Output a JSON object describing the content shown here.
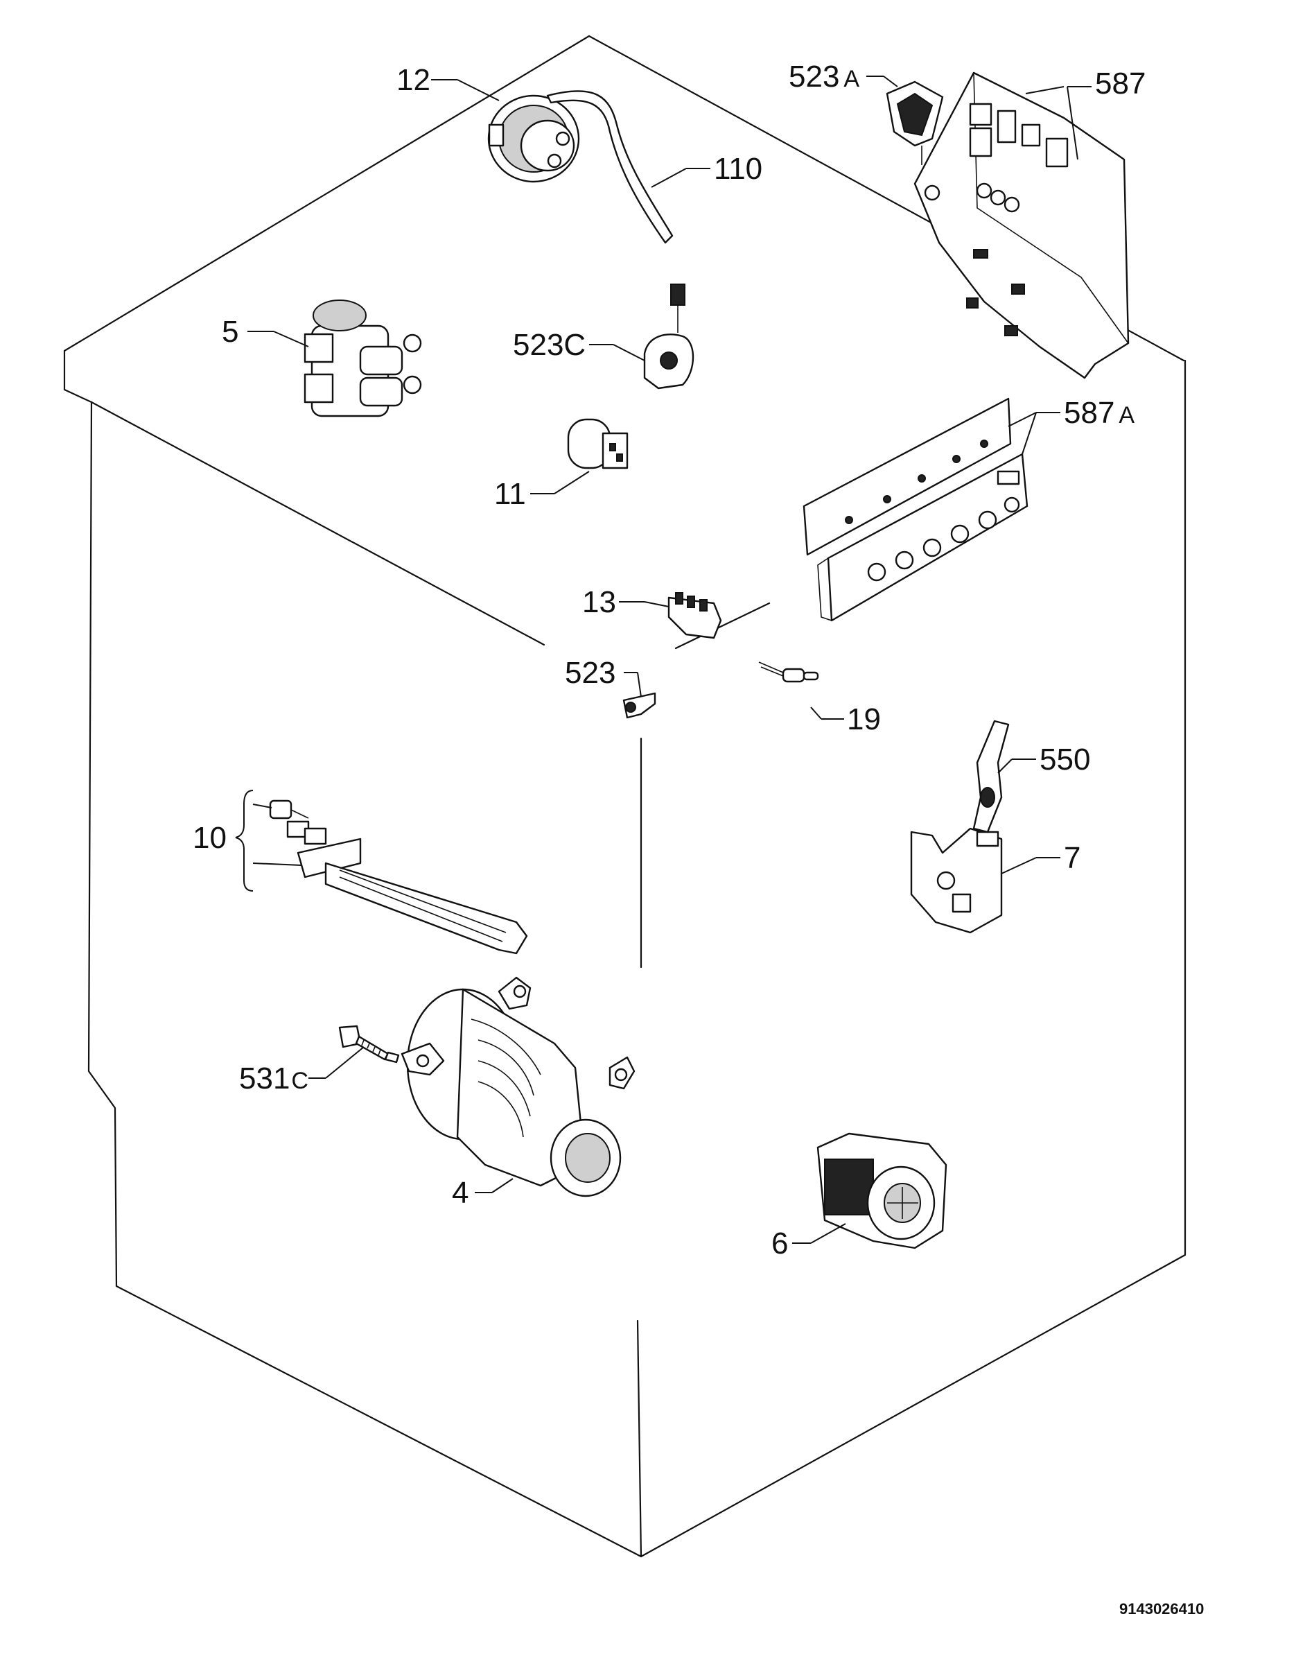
{
  "labels": {
    "p12": "12",
    "p110": "110",
    "p523a_num": "523",
    "p523a_suffix": "A",
    "p587": "587",
    "p5": "5",
    "p523c": "523C",
    "p11": "11",
    "p587a_num": "587",
    "p587a_suffix": "A",
    "p13": "13",
    "p523": "523",
    "p19": "19",
    "p550": "550",
    "p10": "10",
    "p7": "7",
    "p531c_num": "531",
    "p531c_suffix": "C",
    "p4": "4",
    "p6": "6"
  },
  "document_id": "9143026410"
}
